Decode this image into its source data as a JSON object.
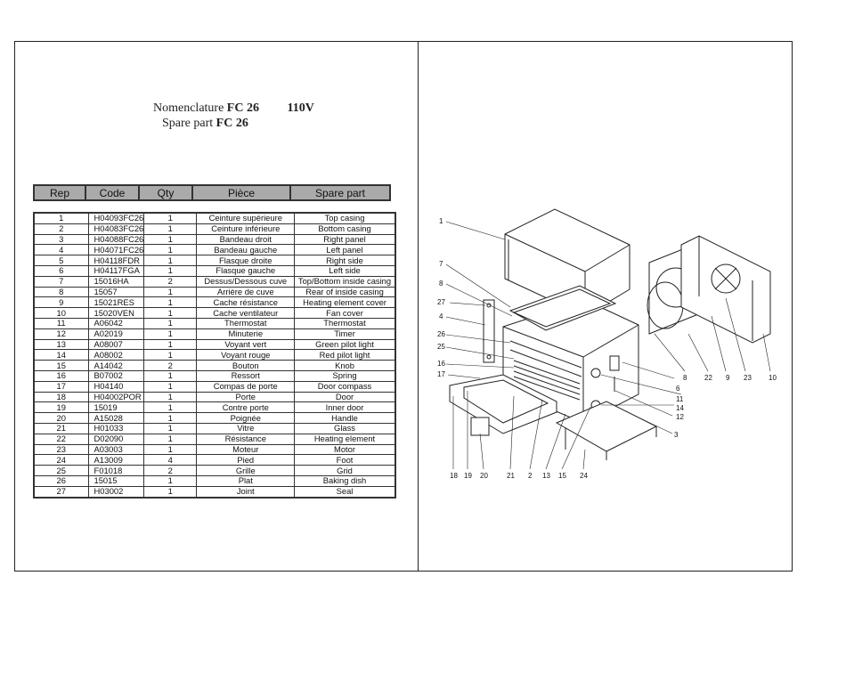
{
  "title": {
    "line1_prefix": "Nomenclature",
    "line1_model": "FC 26",
    "voltage": "110V",
    "line2_prefix": "Spare part",
    "line2_model": "FC 26"
  },
  "table": {
    "headers": [
      "Rep",
      "Code",
      "Qty",
      "Pièce",
      "Spare part"
    ],
    "rows": [
      [
        "1",
        "H04093FC26",
        "1",
        "Ceinture supérieure",
        "Top casing"
      ],
      [
        "2",
        "H04083FC26",
        "1",
        "Ceinture inférieure",
        "Bottom casing"
      ],
      [
        "3",
        "H04088FC26",
        "1",
        "Bandeau droit",
        "Right panel"
      ],
      [
        "4",
        "H04071FC26",
        "1",
        "Bandeau gauche",
        "Left panel"
      ],
      [
        "5",
        "H04118FDR",
        "1",
        "Flasque droite",
        "Right side"
      ],
      [
        "6",
        "H04117FGA",
        "1",
        "Flasque gauche",
        "Left side"
      ],
      [
        "7",
        "15016HA",
        "2",
        "Dessus/Dessous cuve",
        "Top/Bottom inside casing"
      ],
      [
        "8",
        "15057",
        "1",
        "Arrière de cuve",
        "Rear of inside casing"
      ],
      [
        "9",
        "15021RES",
        "1",
        "Cache résistance",
        "Heating element cover"
      ],
      [
        "10",
        "15020VEN",
        "1",
        "Cache ventilateur",
        "Fan cover"
      ],
      [
        "11",
        "A06042",
        "1",
        "Thermostat",
        "Thermostat"
      ],
      [
        "12",
        "A02019",
        "1",
        "Minuterie",
        "Timer"
      ],
      [
        "13",
        "A08007",
        "1",
        "Voyant vert",
        "Green pilot light"
      ],
      [
        "14",
        "A08002",
        "1",
        "Voyant rouge",
        "Red pilot light"
      ],
      [
        "15",
        "A14042",
        "2",
        "Bouton",
        "Knob"
      ],
      [
        "16",
        "B07002",
        "1",
        "Ressort",
        "Spring"
      ],
      [
        "17",
        "H04140",
        "1",
        "Compas de porte",
        "Door compass"
      ],
      [
        "18",
        "H04002POR",
        "1",
        "Porte",
        "Door"
      ],
      [
        "19",
        "15019",
        "1",
        "Contre porte",
        "Inner door"
      ],
      [
        "20",
        "A15028",
        "1",
        "Poignée",
        "Handle"
      ],
      [
        "21",
        "H01033",
        "1",
        "Vitre",
        "Glass"
      ],
      [
        "22",
        "D02090",
        "1",
        "Résistance",
        "Heating element"
      ],
      [
        "23",
        "A03003",
        "1",
        "Moteur",
        "Motor"
      ],
      [
        "24",
        "A13009",
        "4",
        "Pied",
        "Foot"
      ],
      [
        "25",
        "F01018",
        "2",
        "Grille",
        "Grid"
      ],
      [
        "26",
        "15015",
        "1",
        "Plat",
        "Baking dish"
      ],
      [
        "27",
        "H03002",
        "1",
        "Joint",
        "Seal"
      ]
    ]
  },
  "diagram_labels": {
    "left": [
      "1",
      "7",
      "8",
      "27",
      "4",
      "26",
      "25",
      "16",
      "17"
    ],
    "right": [
      "6",
      "11",
      "14",
      "12",
      "3"
    ],
    "back": [
      "8",
      "22",
      "9",
      "23",
      "10"
    ],
    "bottom": [
      "18",
      "19",
      "20",
      "21",
      "2",
      "13",
      "15",
      "24"
    ]
  }
}
